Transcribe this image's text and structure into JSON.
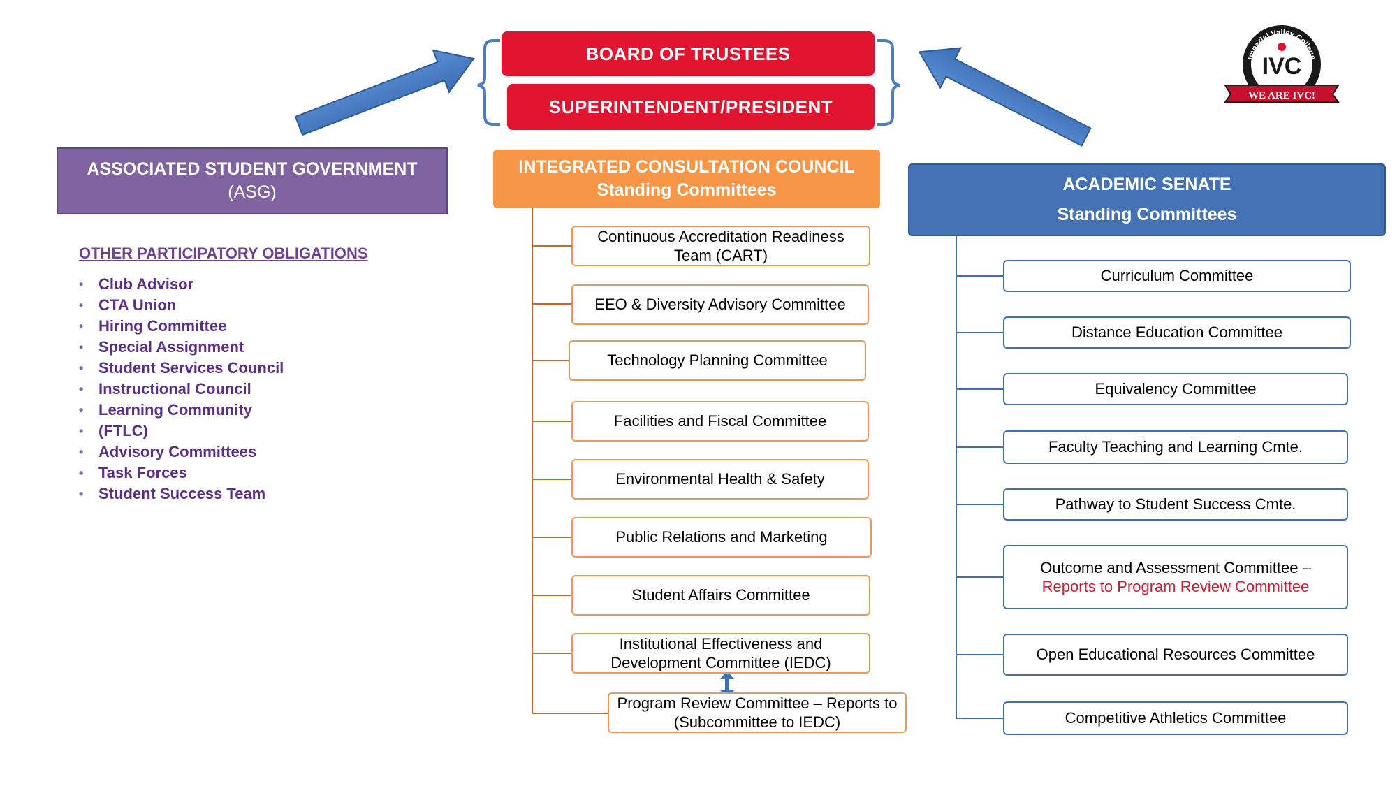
{
  "top": {
    "board": "BOARD OF TRUSTEES",
    "president": "SUPERINTENDENT/PRESIDENT"
  },
  "logo": {
    "arc_text": "Imperial Valley College",
    "letters": "IVC",
    "banner": "WE ARE IVC!"
  },
  "asg": {
    "title": "ASSOCIATED STUDENT GOVERNMENT",
    "subtitle": "(ASG)",
    "obligations_title": "OTHER PARTICIPATORY OBLIGATIONS",
    "obligations": [
      "Club Advisor",
      "CTA Union",
      "Hiring Committee",
      "Special Assignment",
      "Student Services Council",
      "Instructional Council",
      "Learning Community",
      "(FTLC)",
      "Advisory Committees",
      "Task Forces",
      "Student Success Team"
    ]
  },
  "icc": {
    "title": "INTEGRATED CONSULTATION COUNCIL",
    "subtitle": "Standing Committees",
    "committees": [
      "Continuous Accreditation Readiness Team (CART)",
      "EEO & Diversity Advisory Committee",
      "Technology Planning Committee",
      "Facilities and Fiscal Committee",
      "Environmental Health & Safety",
      "Public Relations and Marketing",
      "Student Affairs Committee",
      "Institutional Effectiveness and Development Committee  (IEDC)",
      "Program Review Committee – Reports to (Subcommittee to IEDC)"
    ]
  },
  "senate": {
    "title": "ACADEMIC SENATE",
    "subtitle": "Standing Committees",
    "committees": [
      "Curriculum Committee",
      "Distance Education Committee",
      "Equivalency Committee",
      "Faculty Teaching and Learning Cmte.",
      "Pathway to Student Success Cmte.",
      "Outcome and Assessment Committee –",
      "Open Educational Resources Committee",
      "Competitive Athletics Committee"
    ],
    "outcome_note": "Reports to Program Review Committee"
  },
  "colors": {
    "red": "#e0142e",
    "purple": "#8064a2",
    "orange": "#f79646",
    "blue": "#4472b4",
    "arrow_blue": "#4a7fc4"
  }
}
